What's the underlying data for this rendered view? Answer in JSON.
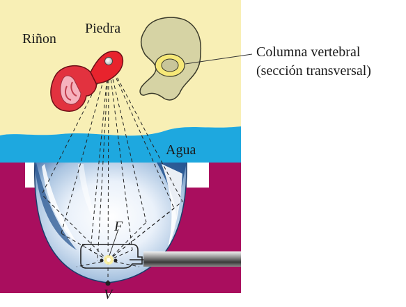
{
  "labels": {
    "kidney": "Riñon",
    "stone": "Piedra",
    "spine_line1": "Columna vertebral",
    "spine_line2": "(sección transversal)",
    "water": "Agua",
    "focus": "F",
    "vertex": "V"
  },
  "colors": {
    "body_tissue": "#f8efb5",
    "water": "#1ea8df",
    "tank": "#a90e5e",
    "kidney_outer": "#e2323f",
    "kidney_inner": "#f6b2bd",
    "stone_region": "#e8232d",
    "vertebra": "#d6d3a4",
    "vertebra_ring": "#f6e878",
    "reflector_light": "#eaf1fa",
    "reflector_mid": "#8fb3d8",
    "reflector_dark": "#1f4f8c",
    "spark": "#fff3a0"
  },
  "icons": [
    "kidney-icon",
    "kidney-stone-icon",
    "vertebra-icon",
    "spark-source-icon",
    "electrode-rod-icon"
  ]
}
